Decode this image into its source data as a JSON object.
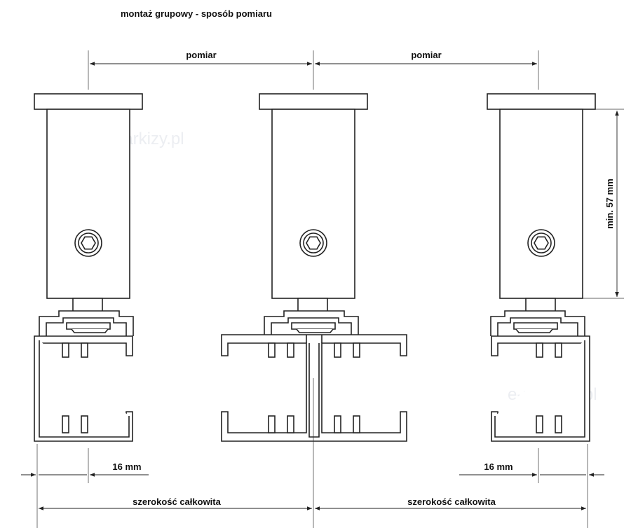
{
  "title": "montaż grupowy - sposób pomiaru",
  "watermark": "e-markizy.pl",
  "dimensions": {
    "measure": "pomiar",
    "height": "min. 57 mm",
    "offset": "16 mm",
    "total_width": "szerokość całkowita"
  },
  "colors": {
    "line": "#222222",
    "background": "#ffffff",
    "watermark": "#eceef2"
  }
}
